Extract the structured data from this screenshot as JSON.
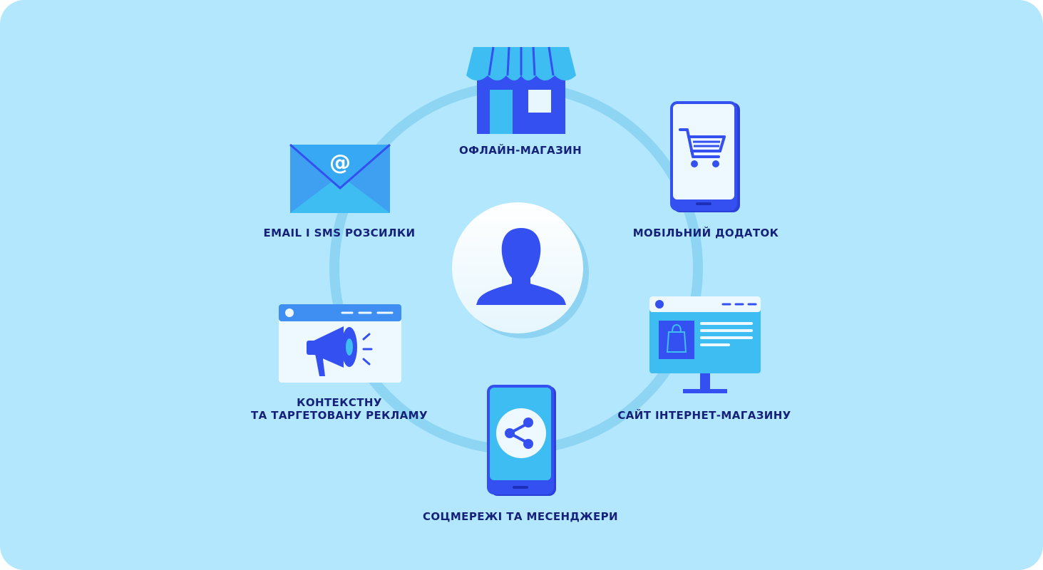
{
  "center": {
    "icon": "user-silhouette-icon"
  },
  "channels": [
    {
      "id": "offline-store",
      "label": "ОФЛАЙН-МАГАЗИН",
      "icon": "storefront-icon"
    },
    {
      "id": "mobile-app",
      "label": "МОБІЛЬНИЙ ДОДАТОК",
      "icon": "phone-cart-icon"
    },
    {
      "id": "website",
      "label": "САЙТ ІНТЕРНЕТ-МАГАЗИНУ",
      "icon": "monitor-shop-icon"
    },
    {
      "id": "social",
      "label": "СОЦМЕРЕЖІ ТА МЕСЕНДЖЕРИ",
      "icon": "phone-share-icon"
    },
    {
      "id": "ads",
      "label_line1": "КОНТЕКСТНУ",
      "label_line2": "ТА ТАРГЕТОВАНУ РЕКЛАМУ",
      "icon": "megaphone-browser-icon"
    },
    {
      "id": "email-sms",
      "label": "EMAIL І SMS РОЗСИЛКИ",
      "icon": "envelope-at-icon"
    }
  ],
  "colors": {
    "background": "#b3e7fd",
    "ring": "#8dd5f3",
    "primary_blue": "#3550f0",
    "light_blue": "#3dbdf2",
    "label_text": "#16217a"
  }
}
